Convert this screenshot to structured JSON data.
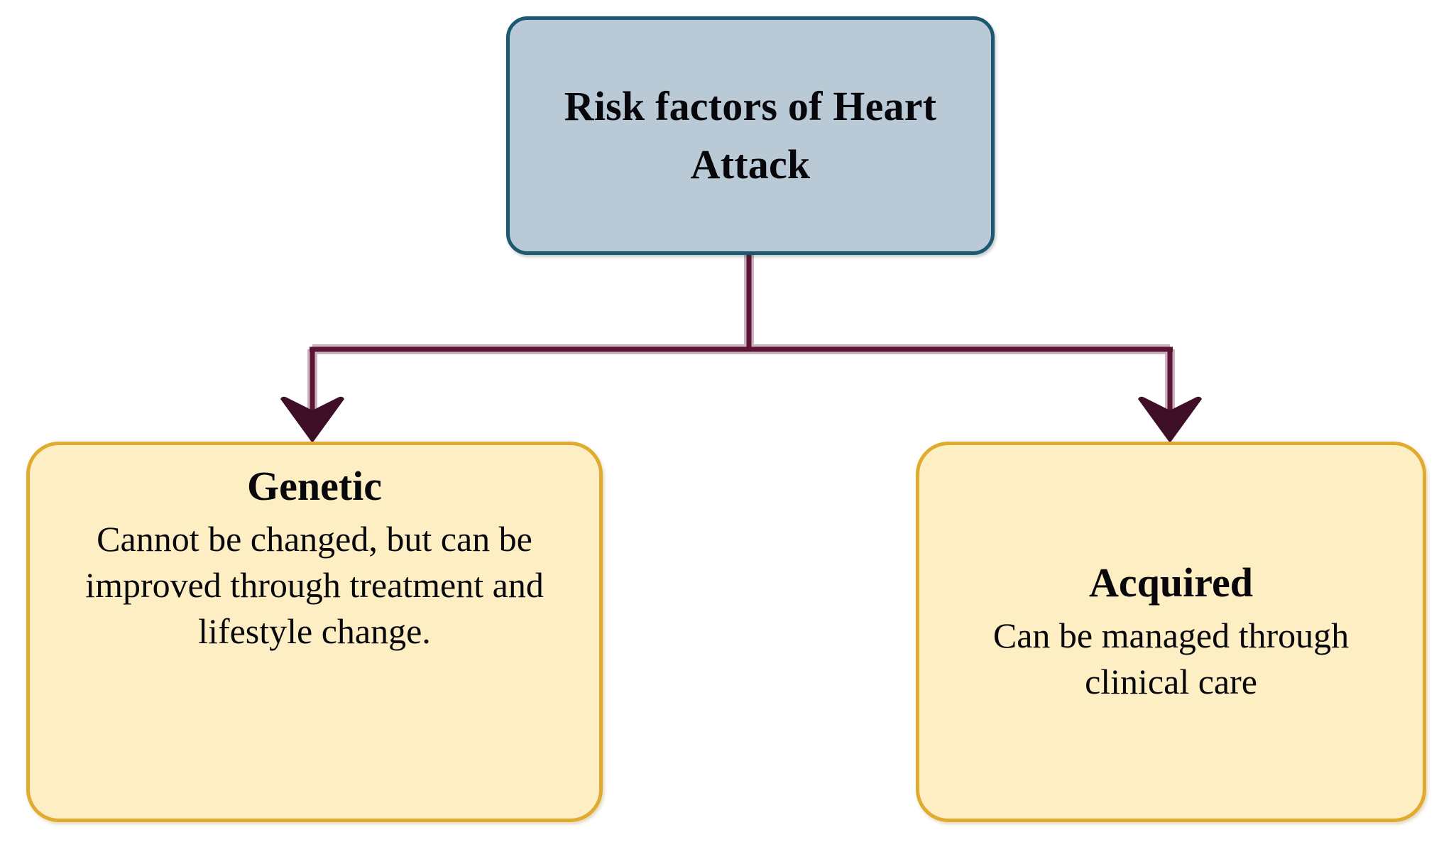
{
  "diagram": {
    "type": "flowchart",
    "orientation": "top-down",
    "root": {
      "title": "Risk factors of Heart Attack",
      "fill_color": "#b9cad6",
      "border_color": "#1c5870"
    },
    "connector": {
      "color": "#5c1435",
      "halo_color": "#cbb0bd",
      "style": "elbow-with-arrowheads",
      "branches": 2
    },
    "children": [
      {
        "title": "Genetic",
        "description": "Cannot be changed, but can be improved through treatment and lifestyle change.",
        "fill_color": "#fdeec3",
        "border_color": "#e0ab2e"
      },
      {
        "title": "Acquired",
        "description": "Can be managed through clinical care",
        "fill_color": "#fdeec3",
        "border_color": "#e0ab2e"
      }
    ]
  }
}
